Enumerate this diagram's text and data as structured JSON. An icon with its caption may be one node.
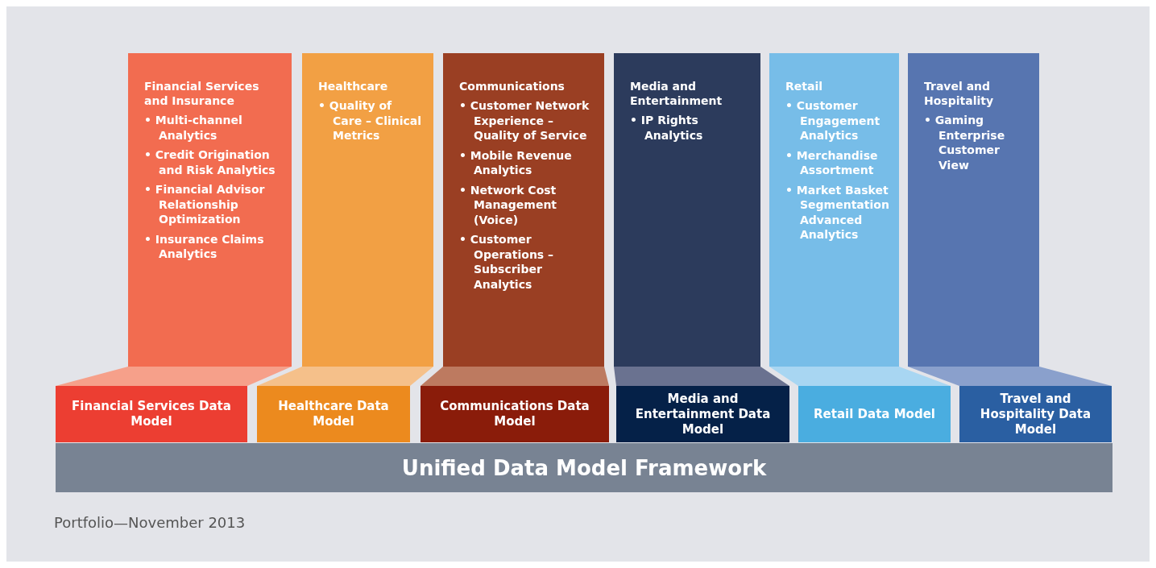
{
  "diagram": {
    "caption": "Portfolio—November 2013",
    "nodes": [
      {
        "text": [
          "Financial Services and Insurance",
          "• Multi-channel Analytics",
          "• Credit Origination and Risk Analytics",
          "• Financial Advisor Relationship Optimization",
          "• Insurance Claims Analytics"
        ]
      },
      {
        "text": [
          "Healthcare",
          "• Quality of Care – Clinical Metrics"
        ]
      },
      {
        "text": [
          "Communications",
          "• Customer Network Experience – Quality of Service",
          "• Mobile Revenue Analytics",
          "• Network Cost Management (Voice)",
          "• Customer Operations – Subscriber Analytics"
        ]
      },
      {
        "text": [
          "Media and Entertainment",
          "• IP Rights Analytics"
        ]
      },
      {
        "text": [
          "Retail",
          "• Customer Engagement Analytics",
          "• Merchandise Assortment",
          "• Market Basket Segmentation Advanced Analytics"
        ]
      },
      {
        "text": [
          "Travel and Hospitality",
          "• Gaming Enterprise Customer View"
        ]
      },
      {
        "text": [
          "Financial Services Data Model"
        ]
      },
      {
        "text": [
          "Healthcare Data Model"
        ]
      },
      {
        "text": [
          "Communications Data Model"
        ]
      },
      {
        "text": [
          "Media and Entertainment Data Model"
        ]
      },
      {
        "text": [
          "Retail Data Model"
        ]
      },
      {
        "text": [
          "Travel and Hospitality Data Model"
        ]
      },
      {
        "text": [
          "Unified Data Model Framework"
        ]
      }
    ],
    "edges": []
  }
}
